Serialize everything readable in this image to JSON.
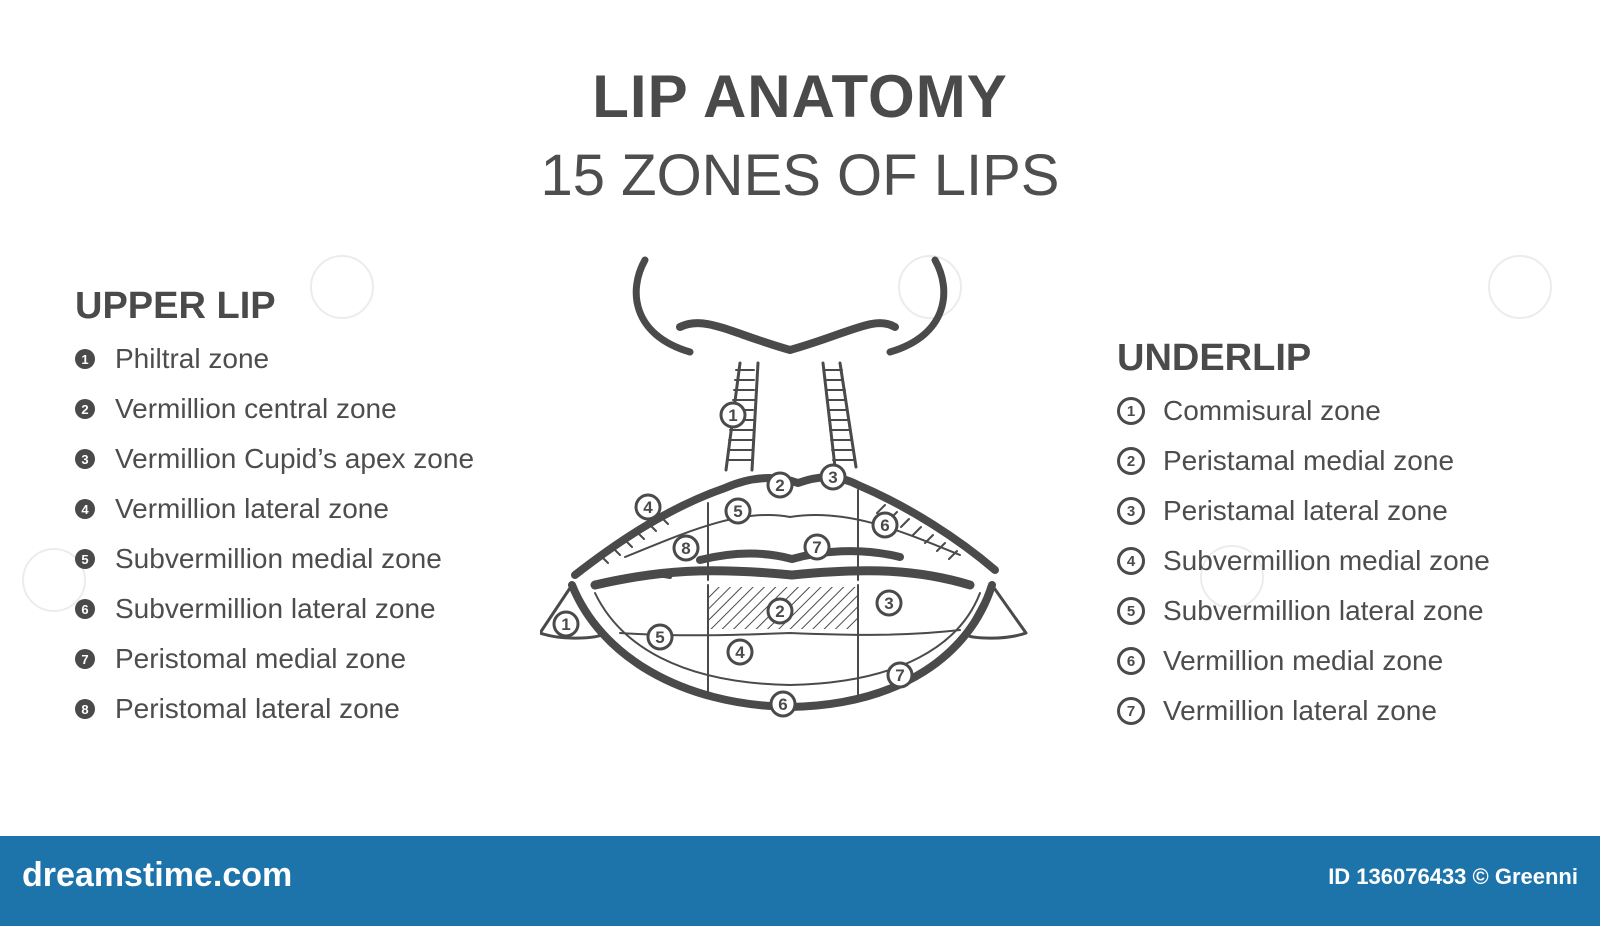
{
  "title": "LIP ANATOMY",
  "subtitle": "15 ZONES OF LIPS",
  "upper_lip": {
    "heading": "UPPER LIP",
    "items": [
      {
        "num": "1",
        "label": "Philtral zone"
      },
      {
        "num": "2",
        "label": "Vermillion central zone"
      },
      {
        "num": "3",
        "label": "Vermillion Cupid’s apex zone"
      },
      {
        "num": "4",
        "label": "Vermillion lateral zone"
      },
      {
        "num": "5",
        "label": "Subvermillion medial zone"
      },
      {
        "num": "6",
        "label": "Subvermillion lateral zone"
      },
      {
        "num": "7",
        "label": "Peristomal medial zone"
      },
      {
        "num": "8",
        "label": "Peristomal lateral zone"
      }
    ]
  },
  "underlip": {
    "heading": "UNDERLIP",
    "items": [
      {
        "num": "1",
        "label": "Commisural zone"
      },
      {
        "num": "2",
        "label": "Peristamal medial zone"
      },
      {
        "num": "3",
        "label": "Peristamal lateral zone"
      },
      {
        "num": "4",
        "label": "Subvermillion medial zone"
      },
      {
        "num": "5",
        "label": "Subvermillion lateral zone"
      },
      {
        "num": "6",
        "label": "Vermillion medial zone"
      },
      {
        "num": "7",
        "label": "Vermillion lateral zone"
      }
    ]
  },
  "diagram_markers": {
    "upper": [
      "1",
      "2",
      "3",
      "4",
      "5",
      "6",
      "7",
      "8"
    ],
    "lower": [
      "1",
      "2",
      "3",
      "4",
      "5",
      "6",
      "7"
    ]
  },
  "footer": {
    "brand": "dreamstime.com",
    "credit": "ID 136076433 © Greenni"
  },
  "colors": {
    "ink": "#4a4a4a",
    "footer_bg": "#1c74ab",
    "footer_text": "#ffffff"
  }
}
